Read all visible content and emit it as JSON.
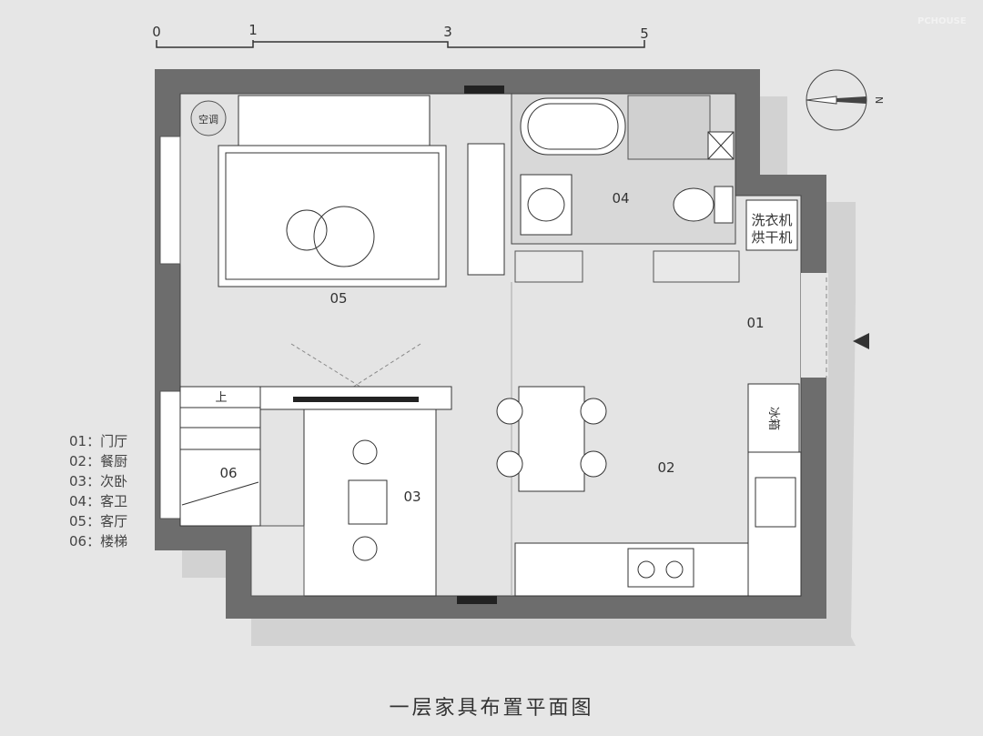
{
  "watermark": "PCHOUSE",
  "scale_bar": {
    "ticks": [
      "0",
      "1",
      "3",
      "5"
    ]
  },
  "compass": {
    "label": "N"
  },
  "rooms": {
    "r01": "01",
    "r02": "02",
    "r03": "03",
    "r04": "04",
    "r05": "05",
    "r06": "06"
  },
  "fixtures": {
    "ac": "空调",
    "washer": "洗衣机",
    "dryer": "烘干机",
    "fridge": "冰箱",
    "stairs_up": "上"
  },
  "legend": [
    "01：门厅",
    "02：餐厨",
    "03：次卧",
    "04：客卫",
    "05：客厅",
    "06：楼梯"
  ],
  "title": "一层家具布置平面图",
  "colors": {
    "wall": "#6d6d6d",
    "floor": "#e4e4e4",
    "shadow": "#cfcfcf",
    "background": "#e6e6e6"
  }
}
